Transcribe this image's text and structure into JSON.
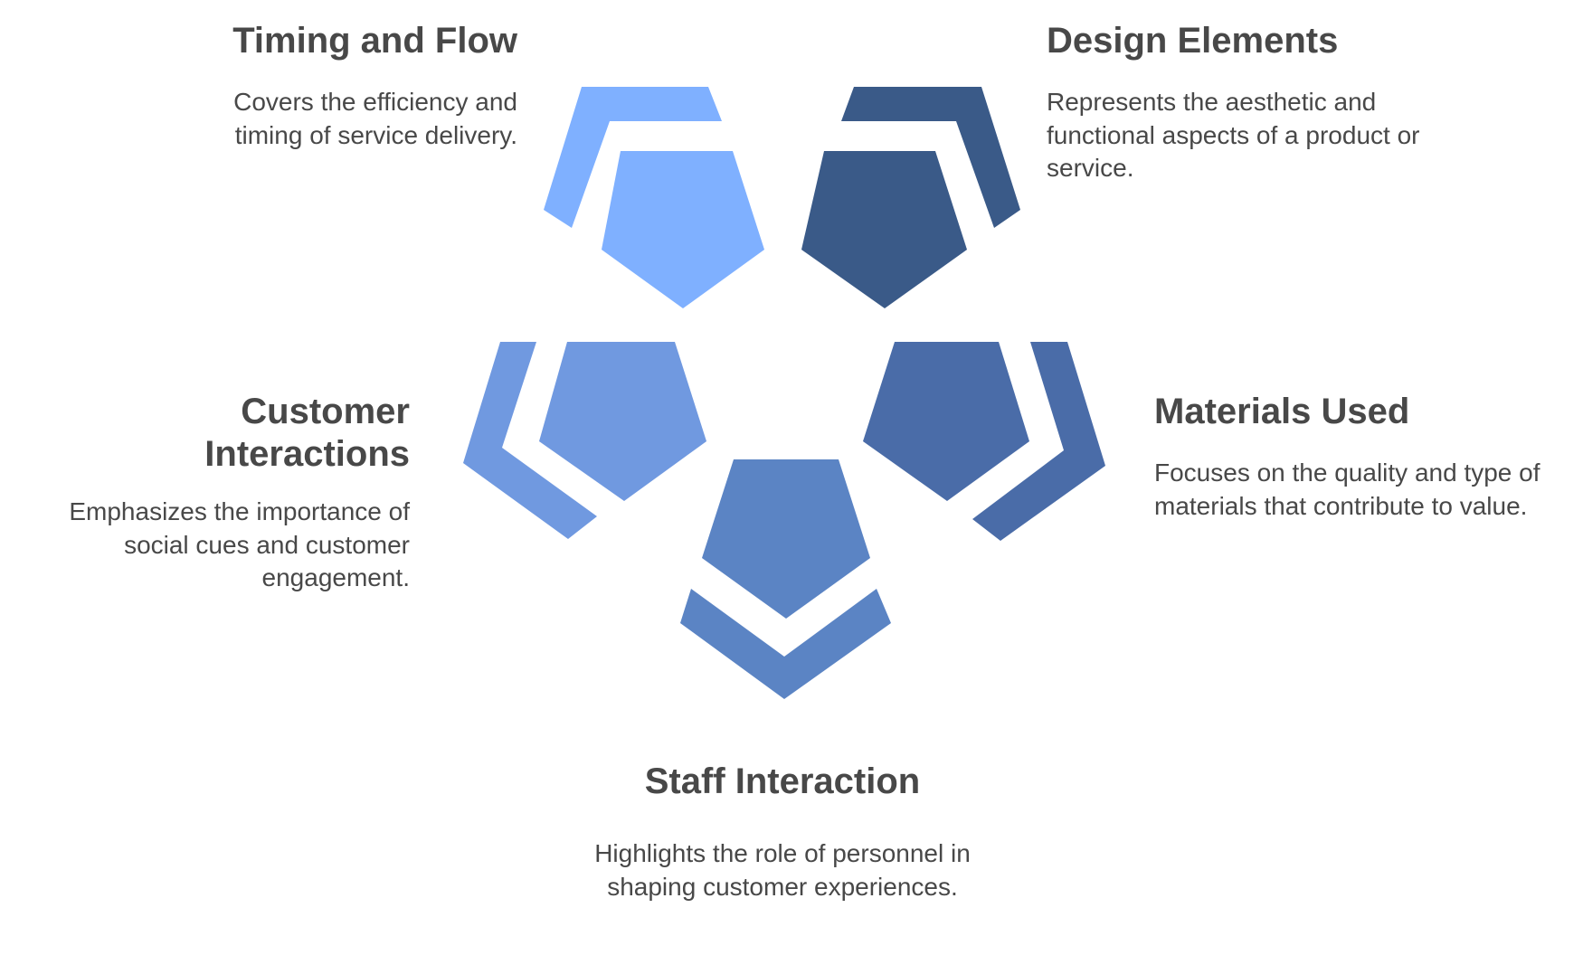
{
  "colors": {
    "text": "#484848",
    "timing": "#7fb0ff",
    "design": "#3a5a88",
    "customer": "#7099e0",
    "materials": "#4a6ca8",
    "staff": "#5b84c4"
  },
  "sections": {
    "timing": {
      "title": "Timing and Flow",
      "description": "Covers the efficiency and timing of service delivery."
    },
    "design": {
      "title": "Design Elements",
      "description": "Represents the aesthetic and functional aspects of a product or service."
    },
    "customer": {
      "title": "Customer Interactions",
      "description": "Emphasizes the importance of social cues and customer engagement."
    },
    "materials": {
      "title": "Materials Used",
      "description": "Focuses on the quality and type of materials that contribute to value."
    },
    "staff": {
      "title": "Staff Interaction",
      "description": "Highlights the role of personnel in shaping customer experiences."
    }
  }
}
